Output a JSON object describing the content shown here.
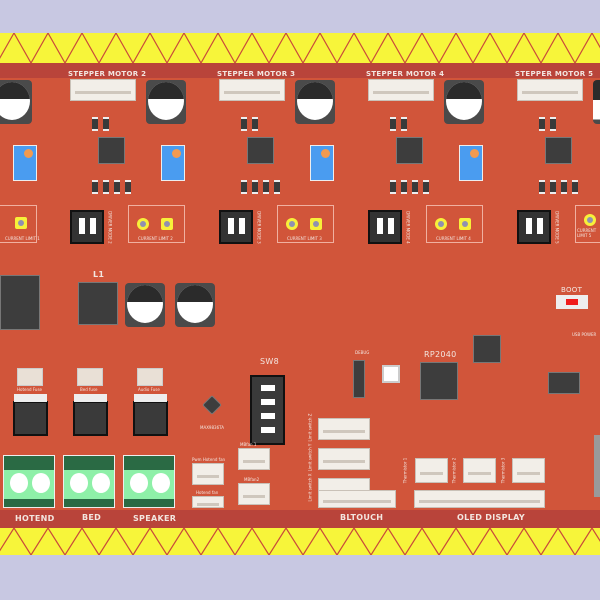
{
  "board": {
    "colors": {
      "background": "#c8c8e2",
      "border_yellow": "#f7f53a",
      "board_red": "#d1553a",
      "silkscreen": "#f3e6e0"
    },
    "steppers": [
      {
        "label": "STEPPER MOTOR 2",
        "current_limit": "CURRENT LIMIT 2",
        "driver_mode": "DRIVER MODE 2"
      },
      {
        "label": "STEPPER MOTOR 3",
        "current_limit": "CURRENT LIMIT 3",
        "driver_mode": "DRIVER MODE 3"
      },
      {
        "label": "STEPPER MOTOR 4",
        "current_limit": "CURRENT LIMIT 4",
        "driver_mode": "DRIVER MODE 4"
      },
      {
        "label": "STEPPER MOTOR 5",
        "current_limit": "CURRENT LIMIT 5",
        "driver_mode": "DRIVER MODE 5"
      }
    ],
    "partial_current_limit": "CURRENT LIMIT 1",
    "inductor": "L1",
    "boot": "BOOT",
    "usb_power": "USB POWER",
    "mcu": "RP2040",
    "switch": "SW8",
    "debug": "DEBUG",
    "driver_chip": "MAX9836TA",
    "fuses": [
      "Hotend Fuse",
      "Bed fuse",
      "Audio Fuse"
    ],
    "fan_labels": [
      "Pwm Hotend fan",
      "MBfan 1",
      "Hotend fan",
      "MBfan2"
    ],
    "endstops": [
      "Limit switch Z",
      "Limit switch Y",
      "Limit switch X"
    ],
    "thermistors": [
      "Thermistor 1",
      "Thermistor 2",
      "Thermistor 3"
    ],
    "bottom_labels": {
      "hotend": "HOTEND",
      "bed": "BED",
      "speaker": "SPEAKER",
      "bltouch": "BLTOUCH",
      "oled": "OLED DISPLAY"
    }
  }
}
